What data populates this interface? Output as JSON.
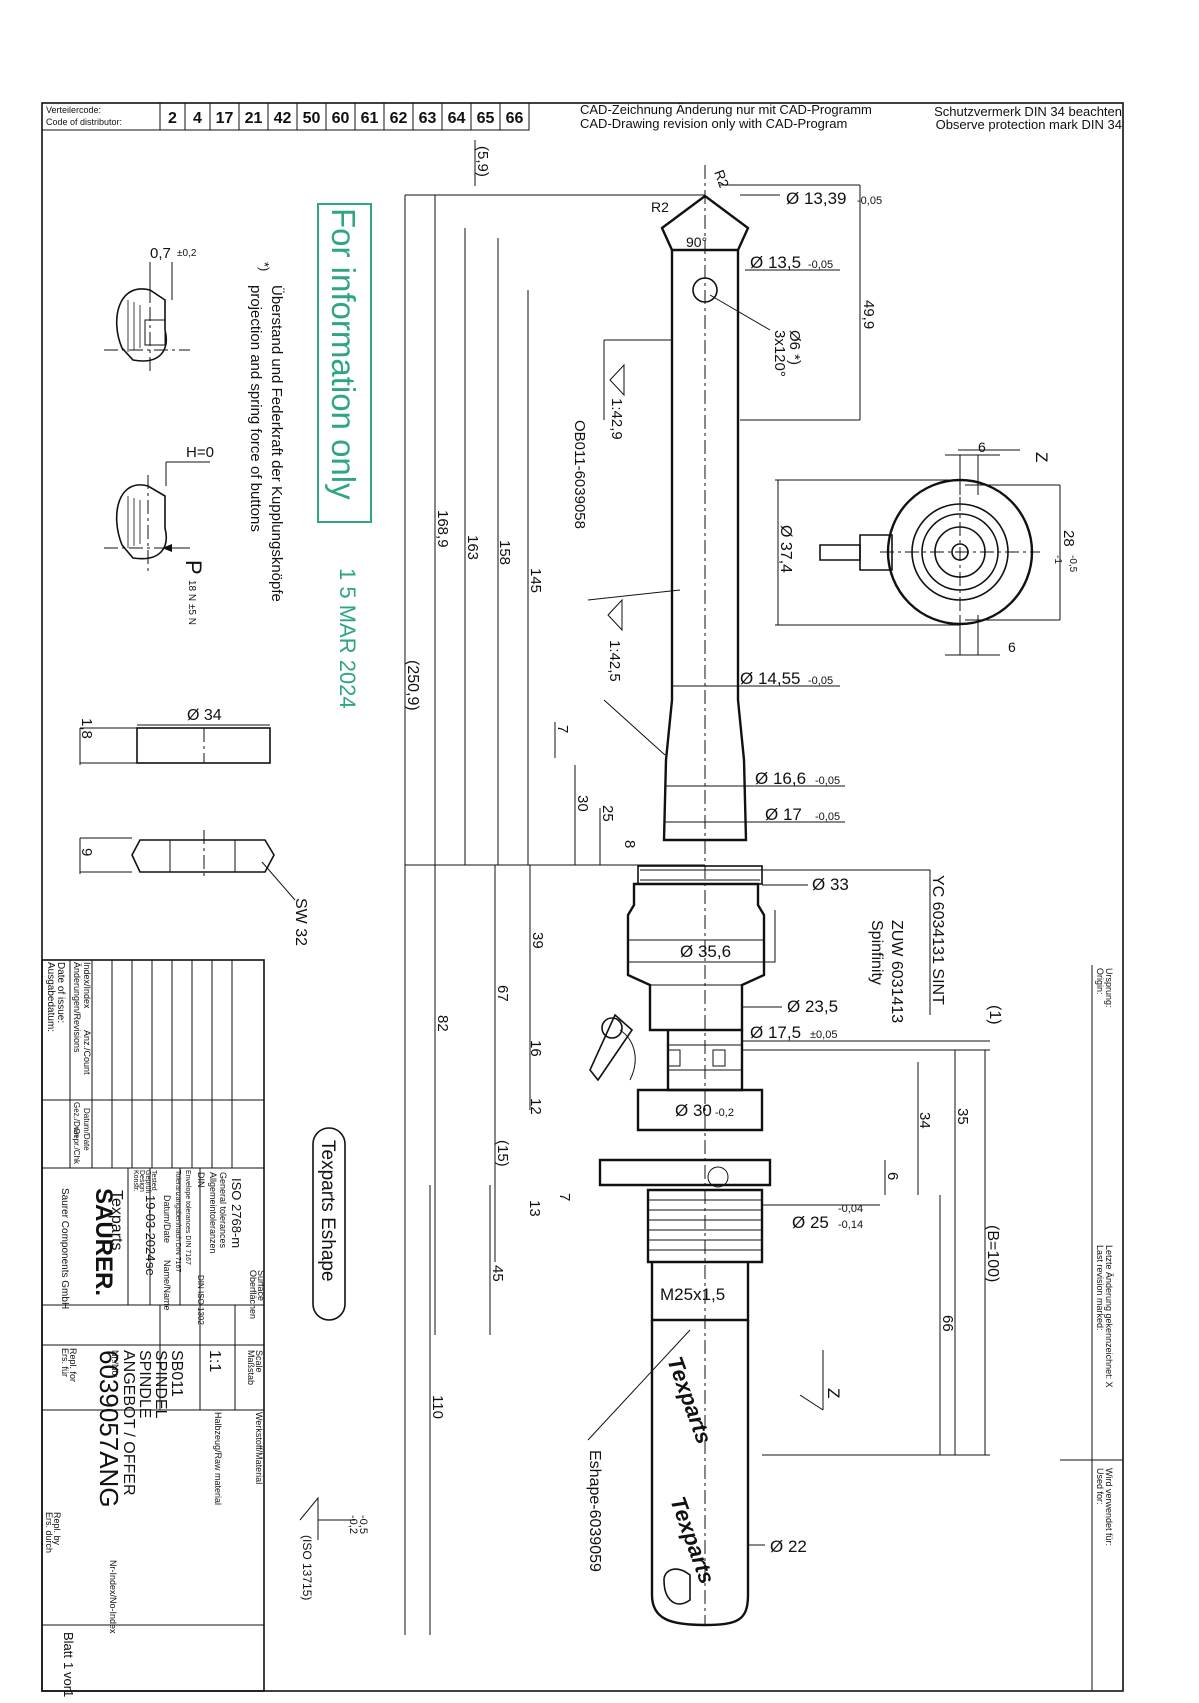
{
  "header": {
    "distributor_label_de": "Verteilercode:",
    "distributor_label_en": "Code of distributor:",
    "distributor_codes": [
      "2",
      "4",
      "17",
      "21",
      "42",
      "50",
      "60",
      "61",
      "62",
      "63",
      "64",
      "65",
      "66"
    ],
    "cad_note_de": "CAD-Zeichnung Änderung nur mit CAD-Programm",
    "cad_note_en": "CAD-Drawing revision only with CAD-Program",
    "protection_de": "Schutzvermerk DIN 34 beachten",
    "protection_en": "Observe protection mark DIN 34"
  },
  "stamp": {
    "text": "For information only",
    "date": "1 5 MAR 2024",
    "color": "#2fa586"
  },
  "notes": {
    "footnote_marker": "*)",
    "footnote_de": "Überstand und Federkraft der Kupplungsknöpfe",
    "footnote_en": "projection and spring force of buttons",
    "protrusion": "0,7",
    "protrusion_tol": "±0,2",
    "h_zero": "H=0",
    "force": "P",
    "force_value": "18 N ±5 N",
    "brand_label": "Texparts Eshape",
    "iso_ref": "(ISO 13715)",
    "edge_tol_upper": "-0,5",
    "edge_tol_lower": "-0,2"
  },
  "dimensions": {
    "d_13_39": "Ø 13,39",
    "d_13_39_tol": "-0,05",
    "d_13_5": "Ø 13,5",
    "d_13_5_tol": "-0,05",
    "r2_a": "R2",
    "r2_b": "R2",
    "angle_90": "90°",
    "hole": "Ø6 *)",
    "hole_count": "3x120°",
    "len_49_9": "49,9",
    "taper_1": "1:42,9",
    "part_ob": "OB011-6039058",
    "taper_2": "1:42,5",
    "d_14_55": "Ø 14,55",
    "d_14_55_tol": "-0,05",
    "d_16_6": "Ø 16,6",
    "d_16_6_tol": "-0,05",
    "d_17": "Ø 17",
    "d_17_tol": "-0,05",
    "d_33": "Ø 33",
    "d_35_6": "Ø 35,6",
    "d_23_5": "Ø 23,5",
    "d_17_5": "Ø 17,5",
    "d_17_5_tol": "±0,05",
    "d_30": "Ø 30",
    "d_30_tol": "-0,2",
    "d_25": "Ø 25",
    "d_25_tol_up": "-0,04",
    "d_25_tol_lo": "-0,14",
    "thread": "M25x1,5",
    "d_22": "Ø 22",
    "part_yc": "YC 6034131 SINT",
    "part_zuw": "ZUW 6031413",
    "part_spinfinity": "Spinfinity",
    "part_eshape": "Eshape-6039059",
    "len_5_9": "(5,9)",
    "len_168_9": "168,9",
    "len_163": "163",
    "len_158": "158",
    "len_145": "145",
    "len_250_9": "(250,9)",
    "len_7a": "7",
    "len_30": "30",
    "len_25": "25",
    "len_8": "8",
    "len_39": "39",
    "len_67": "67",
    "len_82": "82",
    "len_16": "16",
    "len_12": "12",
    "len_15": "(15)",
    "len_7b": "7",
    "len_13": "13",
    "len_45": "45",
    "len_110": "110",
    "len_1": "(1)",
    "len_35": "35",
    "len_34": "34",
    "len_6": "6",
    "len_b100": "(B=100)",
    "len_66": "66",
    "view_z": "Z",
    "view_z2": "Z",
    "side_6a": "6",
    "side_6b": "6",
    "side_d37_4": "Ø 37,4",
    "side_28": "28",
    "side_28_tol_up": "-0,5",
    "side_28_tol_lo": "-1",
    "washer_d34": "Ø 34",
    "washer_t": "1,8",
    "nut_h": "9",
    "nut_sw": "SW 32"
  },
  "title_block": {
    "index_label": "Index/Index",
    "count_label": "Anz./Count",
    "changes_label": "Änderungen/Revisions",
    "date_label": "Datum/Date",
    "drawn_label": "Gez./Dwn",
    "check_label": "Gepr./Chk",
    "issue_label_de": "Ausgabedatum:",
    "issue_label_en": "Date of issue:",
    "general_tol_de": "Allgemeintoleranzen",
    "general_tol_en": "General tolerances",
    "general_tol_value": "ISO 2768-m",
    "din_label": "DIN",
    "tol_text_1": "Toleranzangaben/nach DIN 7167",
    "tol_text_2": "Envelope tolerances DIN 7167",
    "surface_de": "Oberflächen",
    "surface_en": "Surface",
    "surface_std": "DIN ISO 1302",
    "construct_label": "Konstr.",
    "design_label": "Design",
    "checked_label": "Geprüft",
    "tested_label": "Tested",
    "date_hdr": "Datum/Date",
    "name_hdr": "Name/Name",
    "issue_date": "19-03-2024",
    "designer": "se",
    "scale_de": "Maßstab",
    "scale_en": "Scale",
    "scale_value": "1:1",
    "material_de": "Werkstoff/Material",
    "semi_de": "Halbzeug/Raw material",
    "title_code": "SB011",
    "title_de": "SPINDEL",
    "title_en": "SPINDLE",
    "title_offer": "ANGEBOT / OFFER",
    "company_logo": "SAURER.",
    "company_sub": "Texparts",
    "company_name": "Saurer Components GmbH",
    "no_label": "Nr./No:",
    "drawing_no": "6039057ANG",
    "nindex_label": "Nr-Index/No-Index",
    "replaces_de": "Ers. für",
    "replaces_en": "Repl. for",
    "replaced_de": "Ers. durch",
    "replaced_en": "Repl. by",
    "sheet_label": "Blatt",
    "sheet_value": "1",
    "of_label": "von",
    "of_value": "1"
  },
  "side_panel": {
    "origin_de": "Ursprung:",
    "origin_en": "Origin:",
    "last_rev_de": "Letzte Änderung gekennzeichnet: X",
    "last_rev_en": "Last revision marked:",
    "used_de": "Wird verwendet für:",
    "used_en": "Used for:"
  },
  "shaft_print": {
    "text_a": "Texparts",
    "text_b": "Texparts"
  }
}
